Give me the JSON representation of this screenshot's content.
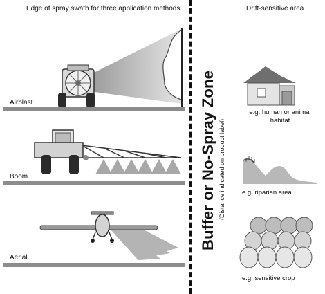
{
  "headers": {
    "left": "Edge of spray swath for three application methods",
    "right": "Drift-sensitive area"
  },
  "methods": {
    "airblast": "Airblast",
    "boom": "Boom",
    "aerial": "Aerial"
  },
  "zone": {
    "title": "Buffer or No-Spray Zone",
    "subtitle": "(Distance indicated on product label)"
  },
  "sensitive_areas": {
    "habitat": "e.g. human or animal habitat",
    "riparian": "e.g. riparian area",
    "crop": "e.g. sensitive crop"
  }
}
